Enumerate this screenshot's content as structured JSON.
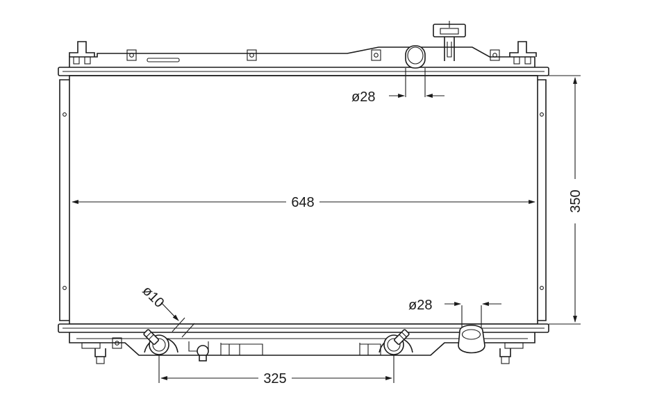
{
  "dimensions": {
    "width": "648",
    "height": "350",
    "spacing": "325",
    "inlet_diameter": "ø28",
    "outlet_diameter": "ø28",
    "small_port_diameter": "ø10"
  },
  "colors": {
    "line": "#1a1a1a",
    "background": "#ffffff"
  }
}
